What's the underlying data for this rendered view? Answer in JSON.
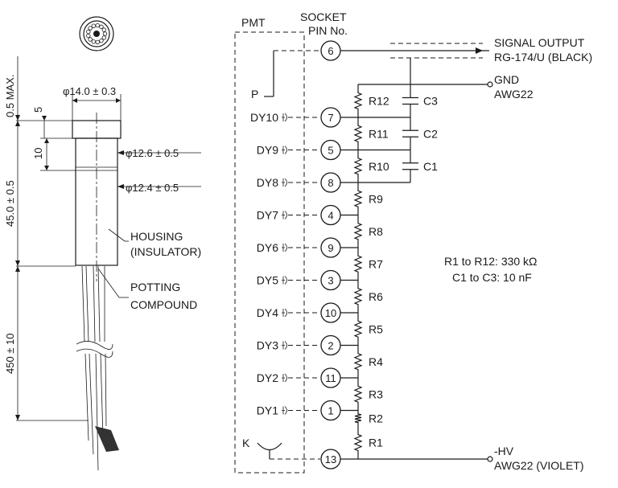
{
  "mech": {
    "dia_top": "φ14.0 ± 0.3",
    "dia_mid": "φ12.6 ± 0.5",
    "dia_low": "φ12.4 ± 0.5",
    "dim_05": "0.5 MAX.",
    "dim_5": "5",
    "dim_10": "10",
    "dim_45": "45.0 ± 0.5",
    "dim_450": "450 ± 10",
    "housing_1": "HOUSING",
    "housing_2": "(INSULATOR)",
    "potting_1": "POTTING",
    "potting_2": "COMPOUND"
  },
  "schematic": {
    "pmt": "PMT",
    "socket_1": "SOCKET",
    "socket_2": "PIN No.",
    "p": "P",
    "k": "K",
    "signal_1": "SIGNAL OUTPUT",
    "signal_2": "RG-174/U (BLACK)",
    "gnd_1": "GND",
    "gnd_2": "AWG22",
    "hv_1": "-HV",
    "hv_2": "AWG22 (VIOLET)",
    "note_1": "R1 to R12: 330 kΩ",
    "note_2": "C1 to C3: 10 nF",
    "p_pin": "6",
    "k_pin": "13",
    "dynodes": [
      {
        "label": "DY10",
        "pin": "7"
      },
      {
        "label": "DY9",
        "pin": "5"
      },
      {
        "label": "DY8",
        "pin": "8"
      },
      {
        "label": "DY7",
        "pin": "4"
      },
      {
        "label": "DY6",
        "pin": "9"
      },
      {
        "label": "DY5",
        "pin": "3"
      },
      {
        "label": "DY4",
        "pin": "10"
      },
      {
        "label": "DY3",
        "pin": "2"
      },
      {
        "label": "DY2",
        "pin": "11"
      },
      {
        "label": "DY1",
        "pin": "1"
      }
    ],
    "resistors": [
      "R12",
      "R11",
      "R10",
      "R9",
      "R8",
      "R7",
      "R6",
      "R5",
      "R4",
      "R3",
      "R2",
      "R1"
    ],
    "capacitors": [
      "C3",
      "C2",
      "C1"
    ]
  }
}
